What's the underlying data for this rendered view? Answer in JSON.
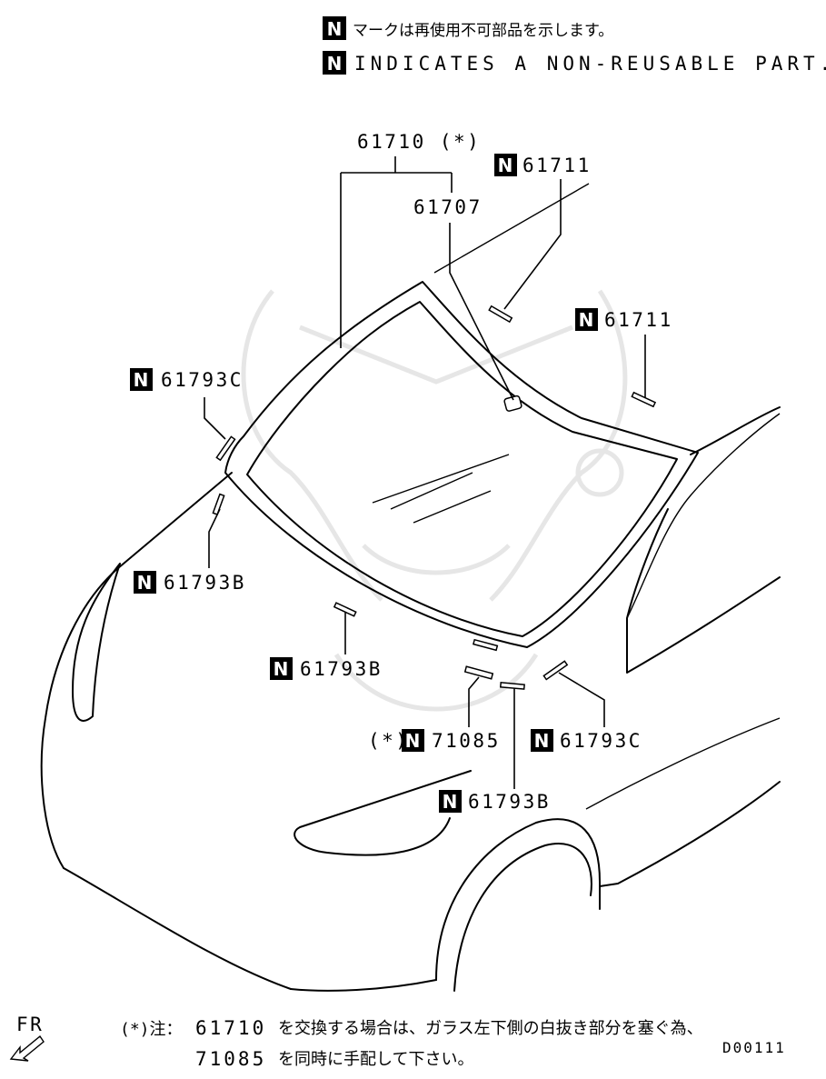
{
  "legend": {
    "jp": "マークは再使用不可部品を示します。",
    "en": "INDICATES A NON-REUSABLE PART."
  },
  "non_reusable_mark": "N",
  "callouts": {
    "assembly": "61710 (*)",
    "mirror_base": "61707",
    "upper_clip_left": "61711",
    "upper_clip_right": "61711",
    "side_clip_upper": "61793C",
    "side_clip_lower": "61793B",
    "lower_clip_left": "61793B",
    "dam_marker": "(*)",
    "dam": "71085",
    "lower_clip_center": "61793B",
    "lower_clip_right": "61793C"
  },
  "direction_label": "FR",
  "footnote": {
    "marker": "(*)注：",
    "line1_num": "61710",
    "line1_text": "を交換する場合は、ガラス左下側の白抜き部分を塞ぐ為、",
    "line2_num": "71085",
    "line2_text": "を同時に手配して下さい。"
  },
  "drawing_code": "D00111"
}
